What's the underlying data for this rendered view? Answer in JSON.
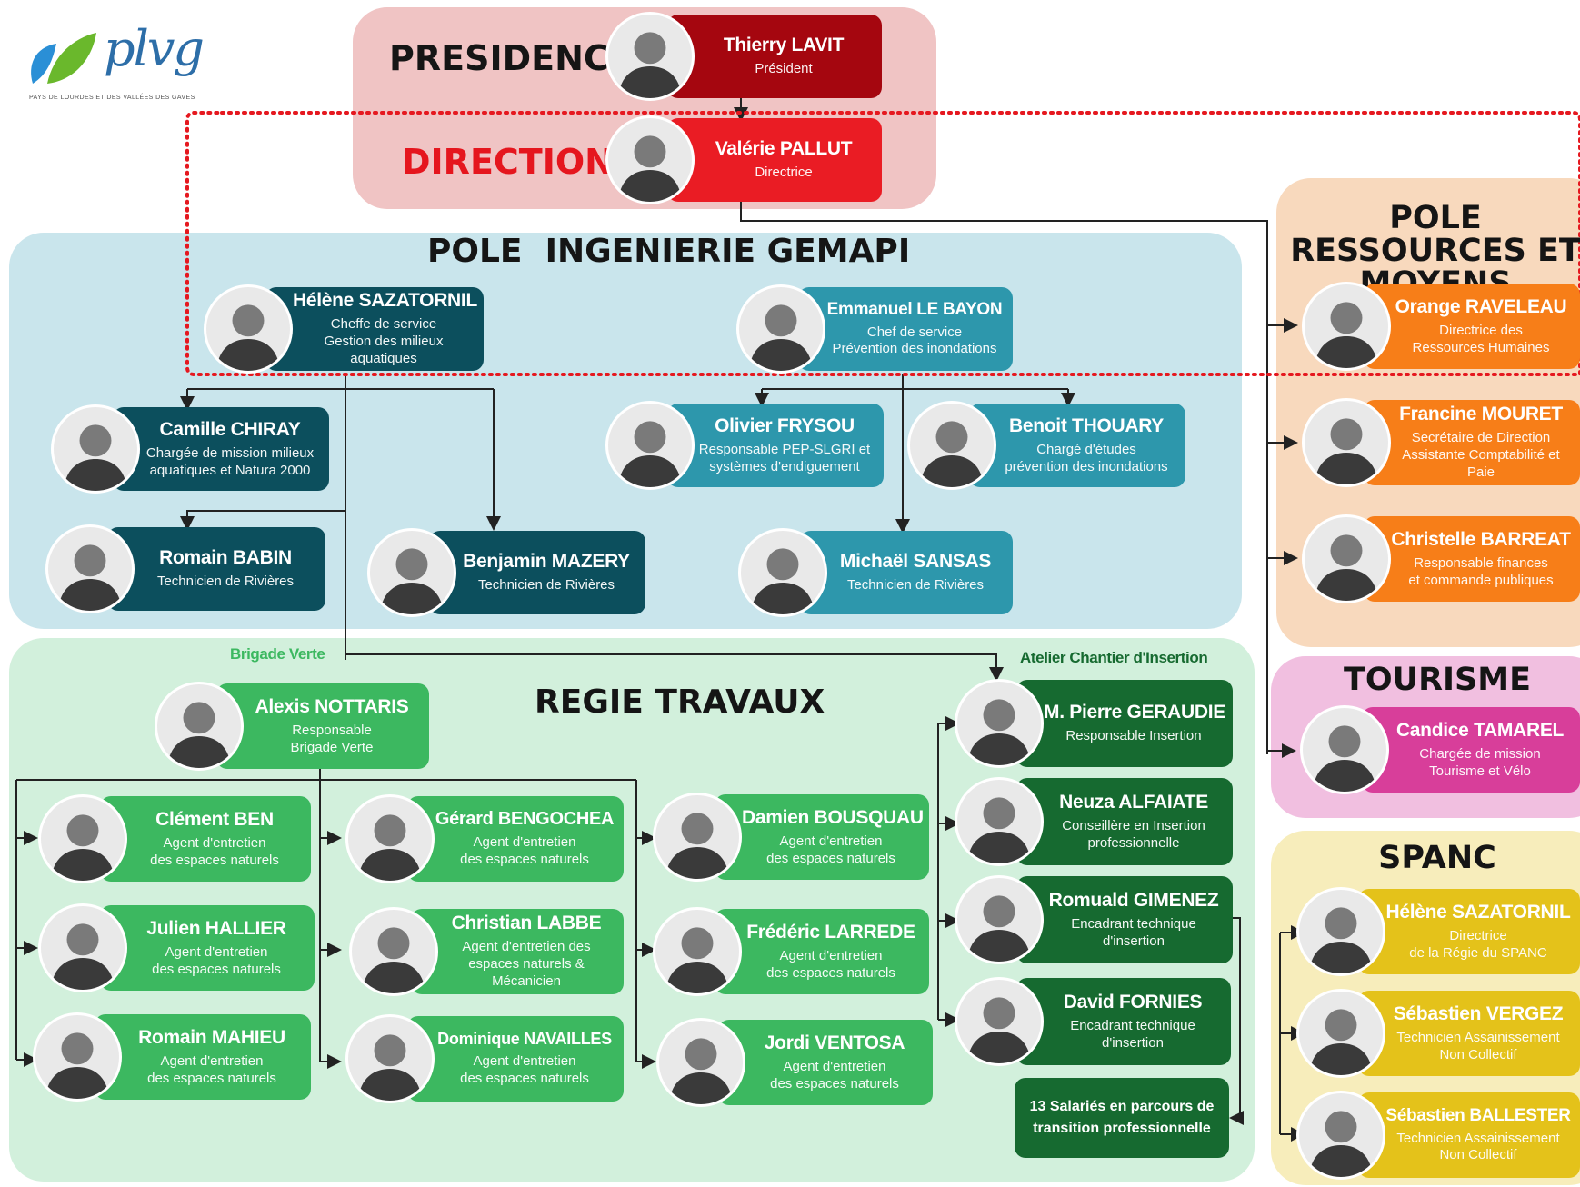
{
  "logo": {
    "text": "plvg",
    "tagline": "PAYS DE LOURDES ET DES VALLÉES DES GAVES"
  },
  "sections": {
    "presidence": "PRESIDENCE",
    "direction": "DIRECTION",
    "gemapi": "POLE  INGENIERIE GEMAPI",
    "ressources": "POLE RESSOURCES ET MOYENS",
    "tourisme": "TOURISME",
    "spanc": "SPANC",
    "regie": "REGIE TRAVAUX",
    "brigade": "Brigade Verte",
    "atelier": "Atelier Chantier d'Insertion"
  },
  "colors": {
    "presidence": "#a5060f",
    "direction": "#ea1c24",
    "gemapi_dark": "#0c4f5d",
    "gemapi_teal": "#2d97ac",
    "ressources": "#f77e18",
    "tourisme": "#d83e9a",
    "spanc": "#e4c21a",
    "regie_light": "#3cb860",
    "regie_dark": "#166a30"
  },
  "people": {
    "lavit": {
      "name": "Thierry LAVIT",
      "role": "Président"
    },
    "pallut": {
      "name": "Valérie PALLUT",
      "role": "Directrice"
    },
    "sazatornil": {
      "name": "Hélène SAZATORNIL",
      "role": "Cheffe de service\nGestion des milieux aquatiques"
    },
    "lebayon": {
      "name": "Emmanuel LE BAYON",
      "role": "Chef de service\nPrévention des inondations"
    },
    "chiray": {
      "name": "Camille CHIRAY",
      "role": "Chargée de mission milieux\naquatiques et Natura 2000"
    },
    "babin": {
      "name": "Romain BABIN",
      "role": "Technicien de Rivières"
    },
    "mazery": {
      "name": "Benjamin MAZERY",
      "role": "Technicien de Rivières"
    },
    "frysou": {
      "name": "Olivier FRYSOU",
      "role": "Responsable PEP-SLGRI et\nsystèmes d'endiguement"
    },
    "thouary": {
      "name": "Benoit THOUARY",
      "role": "Chargé d'études\nprévention des inondations"
    },
    "sansas": {
      "name": "Michaël SANSAS",
      "role": "Technicien de Rivières"
    },
    "raveleau": {
      "name": "Orange RAVELEAU",
      "role": "Directrice des\nRessources Humaines"
    },
    "mouret": {
      "name": "Francine MOURET",
      "role": "Secrétaire de Direction\nAssistante Comptabilité et Paie"
    },
    "barreat": {
      "name": "Christelle BARREAT",
      "role": "Responsable finances\net commande publiques"
    },
    "tamarel": {
      "name": "Candice TAMAREL",
      "role": "Chargée de mission\nTourisme et Vélo"
    },
    "sazatornil2": {
      "name": "Hélène SAZATORNIL",
      "role": "Directrice\nde la Régie du SPANC"
    },
    "vergez": {
      "name": "Sébastien VERGEZ",
      "role": "Technicien Assainissement\nNon Collectif"
    },
    "ballester": {
      "name": "Sébastien BALLESTER",
      "role": "Technicien Assainissement\nNon Collectif"
    },
    "nottaris": {
      "name": "Alexis NOTTARIS",
      "role": "Responsable\nBrigade Verte"
    },
    "ben": {
      "name": "Clément BEN",
      "role": "Agent d'entretien\ndes espaces naturels"
    },
    "hallier": {
      "name": "Julien HALLIER",
      "role": "Agent d'entretien\ndes espaces naturels"
    },
    "mahieu": {
      "name": "Romain MAHIEU",
      "role": "Agent d'entretien\ndes espaces naturels"
    },
    "bengochea": {
      "name": "Gérard BENGOCHEA",
      "role": "Agent d'entretien\ndes espaces naturels"
    },
    "labbe": {
      "name": "Christian LABBE",
      "role": "Agent d'entretien des\nespaces naturels & Mécanicien"
    },
    "navailles": {
      "name": "Dominique NAVAILLES",
      "role": "Agent d'entretien\ndes espaces naturels"
    },
    "bousquau": {
      "name": "Damien BOUSQUAU",
      "role": "Agent d'entretien\ndes espaces naturels"
    },
    "larrede": {
      "name": "Frédéric LARREDE",
      "role": "Agent d'entretien\ndes espaces naturels"
    },
    "ventosa": {
      "name": "Jordi VENTOSA",
      "role": "Agent d'entretien\ndes espaces naturels"
    },
    "geraudie": {
      "name": "M. Pierre GERAUDIE",
      "role": "Responsable Insertion"
    },
    "alfaiate": {
      "name": "Neuza ALFAIATE",
      "role": "Conseillère en Insertion\nprofessionnelle"
    },
    "gimenez": {
      "name": "Romuald GIMENEZ",
      "role": "Encadrant technique\nd'insertion"
    },
    "fornies": {
      "name": "David FORNIES",
      "role": "Encadrant technique\nd'insertion"
    }
  },
  "salaries_box": "13 Salariés en parcours de transition professionnelle"
}
